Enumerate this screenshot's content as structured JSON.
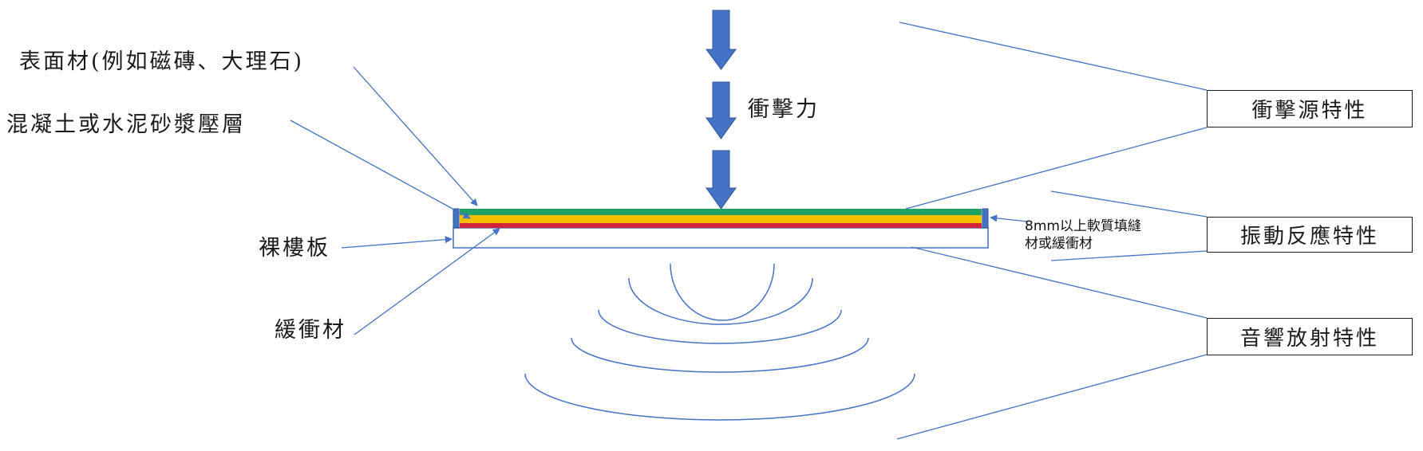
{
  "labels": {
    "surface": "表面材(例如磁磚、大理石)",
    "screed": "混凝土或水泥砂漿壓層",
    "bare_slab": "裸樓板",
    "cushion": "緩衝材",
    "impact_force": "衝擊力",
    "edge_filler_line1": "8mm以上軟質填縫",
    "edge_filler_line2": "材或緩衝材"
  },
  "boxes": {
    "source": "衝擊源特性",
    "vibration": "振動反應特性",
    "radiation": "音響放射特性"
  },
  "colors": {
    "arrow_fill": "#4472c4",
    "line": "#4472c4",
    "surface_layer": "#21a366",
    "screed_layer": "#f2c000",
    "cushion_layer": "#d1243b",
    "edge_filler": "#4472c4",
    "slab_border": "#4472c4"
  }
}
